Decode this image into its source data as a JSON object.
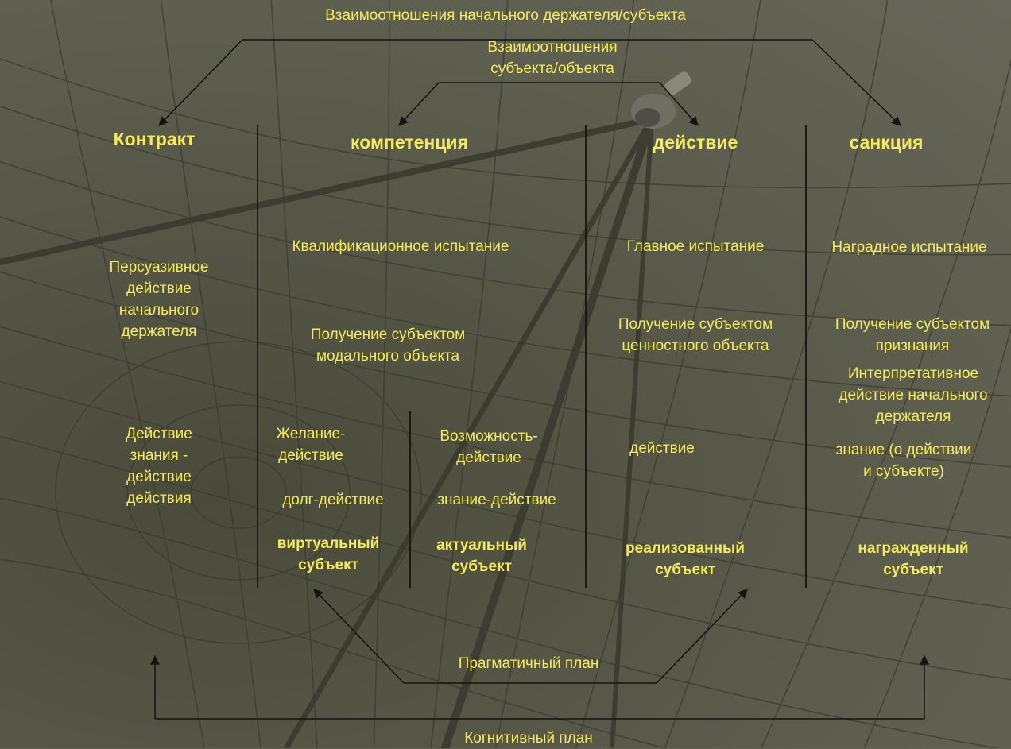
{
  "top": {
    "holder_subject": "Взаимоотношения начального держателя/субъекта",
    "subject_object": [
      "Взаимоотношения",
      "субъекта/объекта"
    ]
  },
  "headers": {
    "contract": "Контракт",
    "competence": "компетенция",
    "action": "действие",
    "sanction": "санкция"
  },
  "tests": {
    "qualifying": "Квалификационное испытание",
    "main": "Главное испытание",
    "reward": "Наградное испытание"
  },
  "contract_col": {
    "persuasive": [
      "Персуазивное",
      "действие",
      "начального",
      "держателя"
    ],
    "knowledge_action": [
      "Действие",
      "знания -",
      "действие",
      "действия"
    ]
  },
  "competence_col": {
    "modal_object": [
      "Получение субъектом",
      "модального объекта"
    ],
    "desire": [
      "Желание-",
      "действие"
    ],
    "duty": "долг-действие",
    "possibility": [
      "Возможность-",
      "действие"
    ],
    "knowledge": "знание-действие",
    "virtual": [
      "виртуальный",
      "субъект"
    ],
    "actual": [
      "актуальный",
      "субъект"
    ]
  },
  "action_col": {
    "value_object": [
      "Получение субъектом",
      "ценностного объекта"
    ],
    "action": "действие",
    "realized": [
      "реализованный",
      "субъект"
    ]
  },
  "sanction_col": {
    "recognition": [
      "Получение субъектом",
      "признания"
    ],
    "interpretive": [
      "Интерпретативное",
      "действие начального",
      "держателя"
    ],
    "knowledge": [
      "знание (о действии",
      "и субъекте)"
    ],
    "rewarded": [
      "награжденный",
      "субъект"
    ]
  },
  "bottom": {
    "pragmatic": "Прагматичный план",
    "cognitive": "Когнитивный план"
  },
  "colors": {
    "text": "#f2ec5a",
    "lines": "#1b1b14",
    "background": "#5a5a4b"
  }
}
